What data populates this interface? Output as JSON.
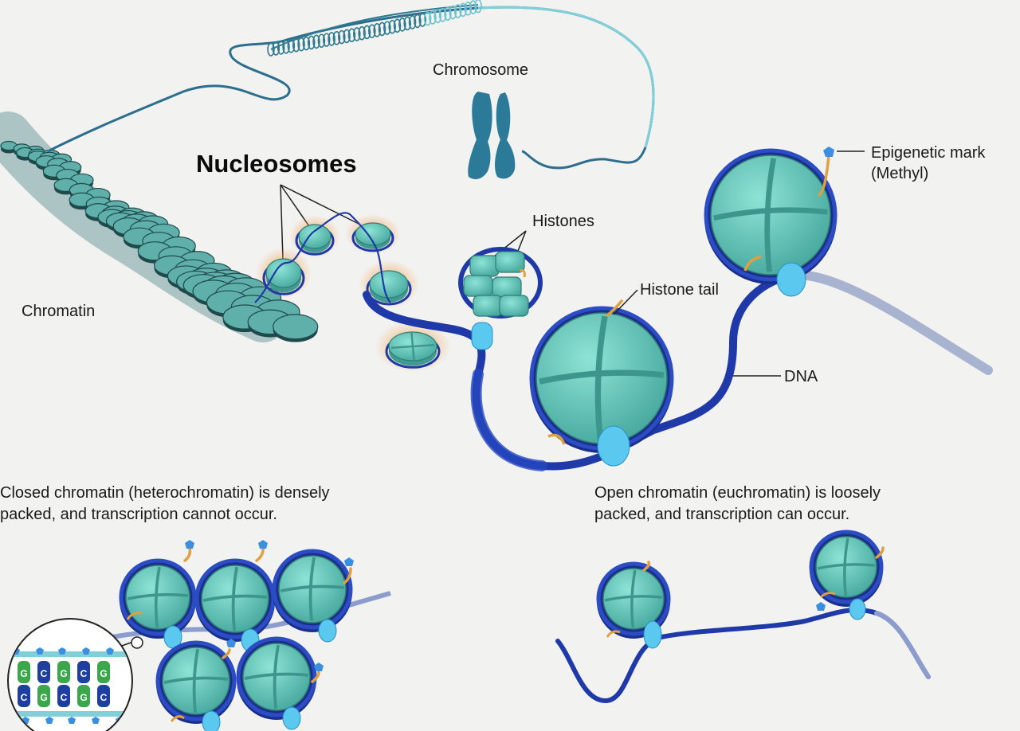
{
  "labels": {
    "chromosome": "Chromosome",
    "nucleosomes": "Nucleosomes",
    "chromatin": "Chromatin",
    "histones": "Histones",
    "histone_tail": "Histone tail",
    "dna": "DNA",
    "epigenetic_mark_line1": "Epigenetic mark",
    "epigenetic_mark_line2": "(Methyl)"
  },
  "captions": {
    "closed_line1": "Closed chromatin (heterochromatin) is densely",
    "closed_line2": "packed, and transcription cannot occur.",
    "open_line1": "Open chromatin (euchromatin) is loosely",
    "open_line2": "packed, and transcription can occur."
  },
  "bases": {
    "top_row": [
      "G",
      "C",
      "G",
      "C",
      "G"
    ],
    "bottom_row": [
      "C",
      "G",
      "C",
      "G",
      "C"
    ]
  },
  "colors": {
    "background": "#f2f2f1",
    "histone": "#6fcfc3",
    "histone_dark": "#3f9b92",
    "dna": "#1f3aa8",
    "dna_light": "#9aa9c8",
    "methyl": "#3b8fe0",
    "tail": "#e0a040",
    "glow": "#f3c48a",
    "chromosome": "#2a7a98",
    "base_green": "#3aa84a",
    "base_blue": "#1e3fa0"
  }
}
